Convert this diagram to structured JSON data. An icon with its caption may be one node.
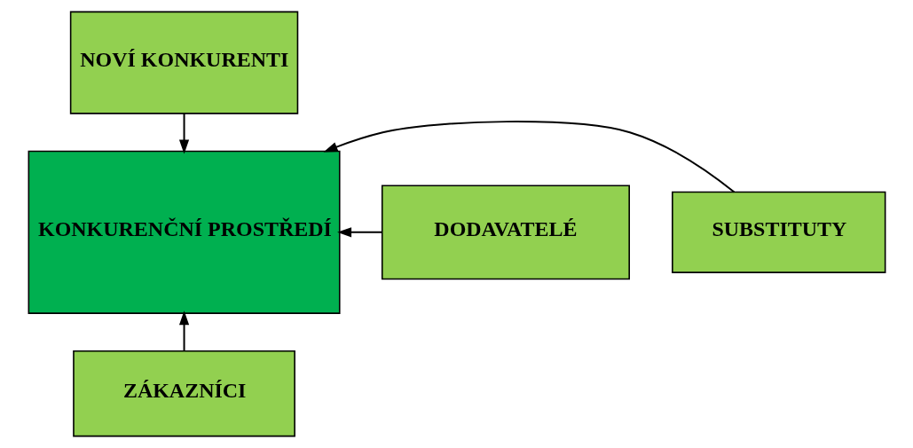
{
  "diagram": {
    "nodes": [
      {
        "text": [
          "NOVÍ KONKURENTI"
        ]
      },
      {
        "text": [
          "DODAVATELÉ"
        ]
      },
      {
        "text": [
          "KONKURENČNÍ PROSTŘEDÍ"
        ]
      },
      {
        "text": [
          "SUBSTITUTY"
        ]
      },
      {
        "text": [
          "ZÁKAZNÍCI"
        ]
      }
    ],
    "edges": [
      {
        "from": 0,
        "to": 2,
        "arrow": "to"
      },
      {
        "from": 1,
        "to": 2,
        "arrow": "to"
      },
      {
        "from": 3,
        "to": 2,
        "arrow": "to"
      },
      {
        "from": 4,
        "to": 2,
        "arrow": "to"
      }
    ]
  }
}
